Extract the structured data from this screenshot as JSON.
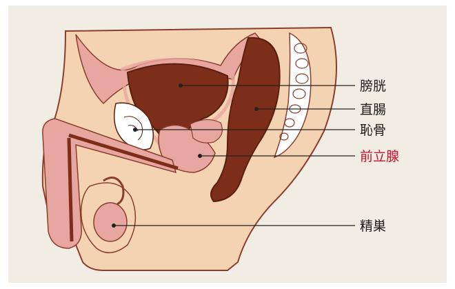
{
  "labels": {
    "bladder": "膀胱",
    "rectum": "直腸",
    "pubic_bone": "恥骨",
    "prostate": "前立腺",
    "testis": "精巣"
  },
  "colors": {
    "background": "#f2ede4",
    "skin": "#f3d3b1",
    "tissue_pink": "#e8a6a0",
    "organ_outline": "#8a3d2d",
    "organ_brown": "#7d2e1a",
    "leader_line": "#222222",
    "highlight_text": "#c8102e"
  }
}
